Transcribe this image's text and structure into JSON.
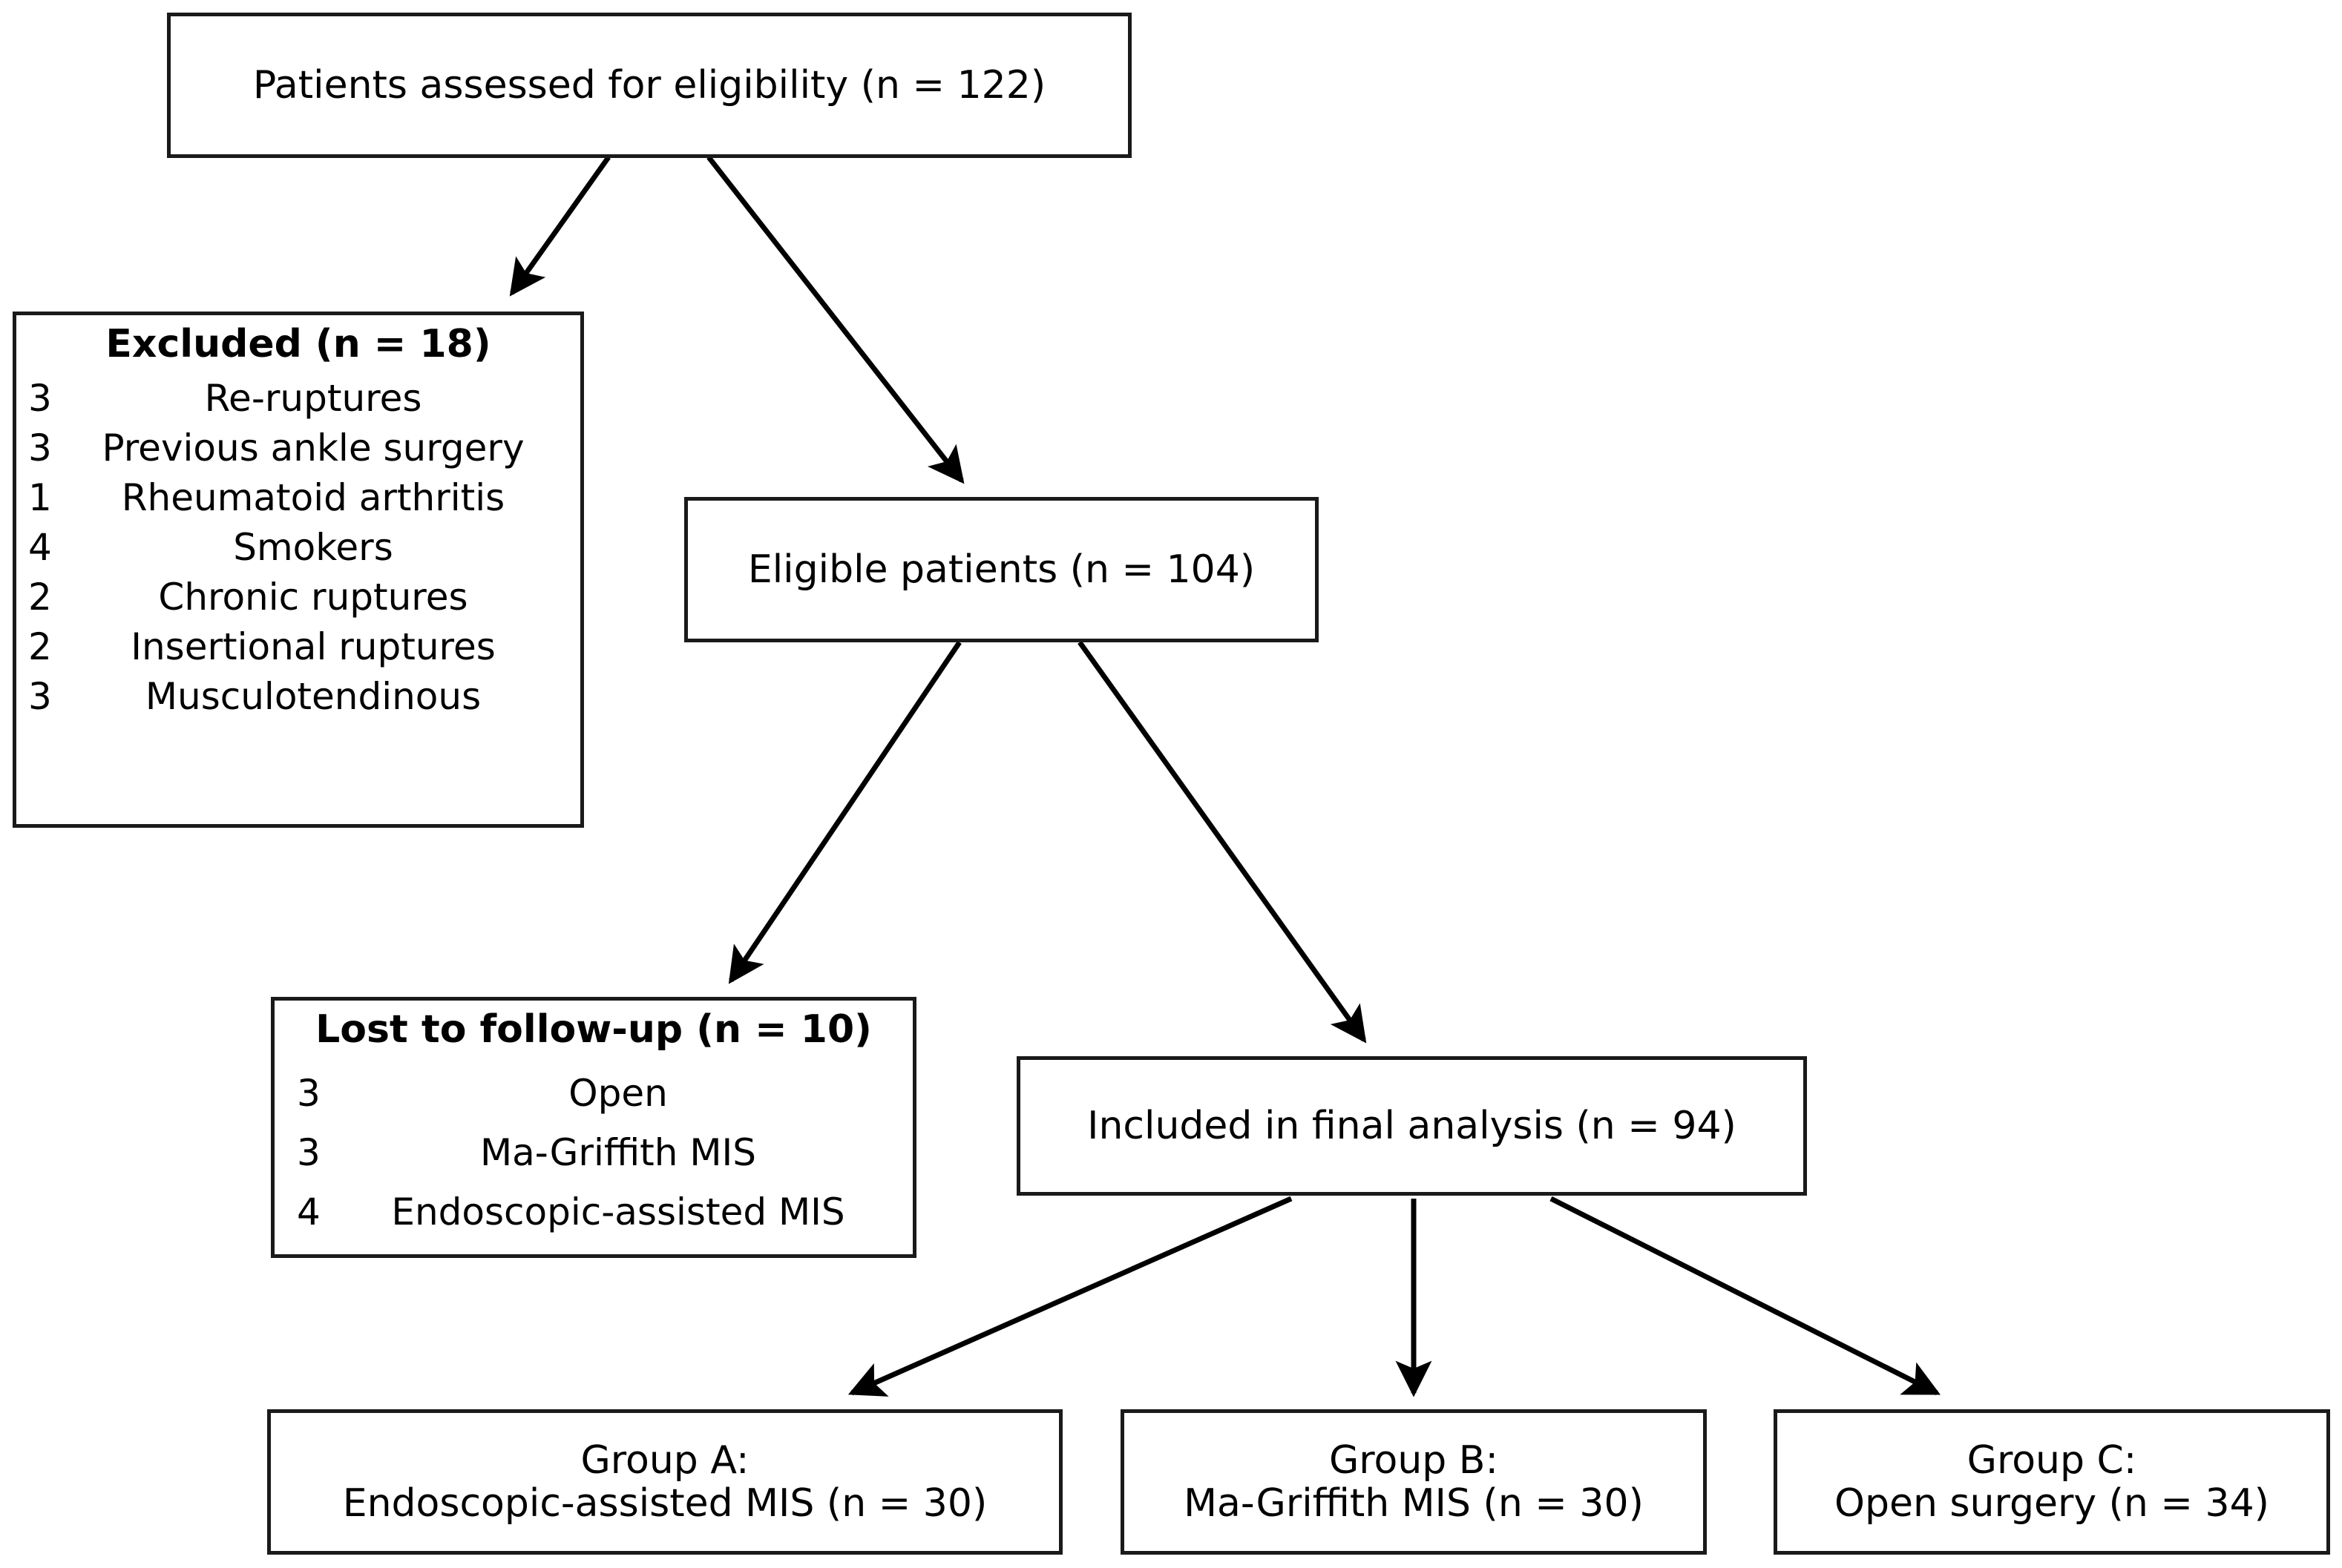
{
  "diagram": {
    "type": "flowchart",
    "title": "Patient enrollment flow diagram",
    "colors": {
      "box_border": "#1a1a1a",
      "box_fill": "#ffffff",
      "arrow": "#000000",
      "text": "#000000"
    }
  },
  "nodes": {
    "assessed": {
      "label": "Patients assessed for eligibility (n = 122)",
      "n": 122
    },
    "excluded": {
      "heading": "Excluded (n = 18)",
      "n": 18,
      "items": [
        {
          "count": "3",
          "reason": "Re-ruptures"
        },
        {
          "count": "3",
          "reason": "Previous ankle surgery"
        },
        {
          "count": "1",
          "reason": "Rheumatoid arthritis"
        },
        {
          "count": "4",
          "reason": "Smokers"
        },
        {
          "count": "2",
          "reason": "Chronic ruptures"
        },
        {
          "count": "2",
          "reason": "Insertional ruptures"
        },
        {
          "count": "3",
          "reason": "Musculotendinous"
        }
      ]
    },
    "eligible": {
      "label": "Eligible patients (n = 104)",
      "n": 104
    },
    "lost": {
      "heading": "Lost to follow-up (n = 10)",
      "n": 10,
      "items": [
        {
          "count": "3",
          "reason": "Open"
        },
        {
          "count": "3",
          "reason": "Ma-Griffith MIS"
        },
        {
          "count": "4",
          "reason": "Endoscopic-assisted MIS"
        }
      ]
    },
    "included": {
      "label": "Included in final analysis (n = 94)",
      "n": 94
    },
    "group_a": {
      "label": "Group A:\nEndoscopic-assisted MIS (n = 30)",
      "n": 30
    },
    "group_b": {
      "label": "Group B:\nMa-Griffith MIS (n = 30)",
      "n": 30
    },
    "group_c": {
      "label": "Group C:\nOpen surgery (n = 34)",
      "n": 34
    }
  },
  "edges": [
    {
      "from": "assessed",
      "to": "excluded"
    },
    {
      "from": "assessed",
      "to": "eligible"
    },
    {
      "from": "eligible",
      "to": "lost"
    },
    {
      "from": "eligible",
      "to": "included"
    },
    {
      "from": "included",
      "to": "group_a"
    },
    {
      "from": "included",
      "to": "group_b"
    },
    {
      "from": "included",
      "to": "group_c"
    }
  ]
}
